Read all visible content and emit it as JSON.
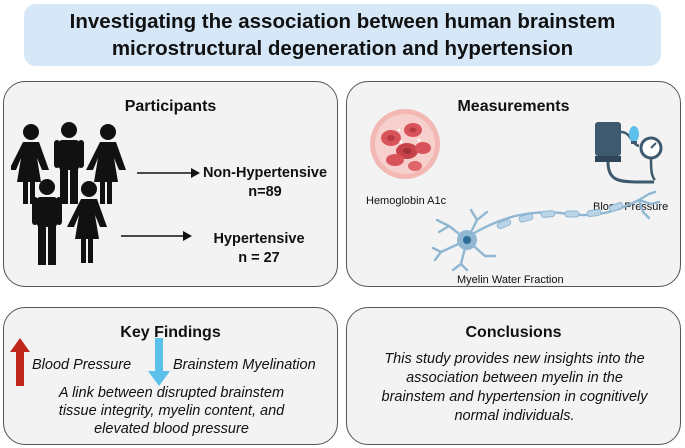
{
  "title": {
    "line1": "Investigating the association between human brainstem",
    "line2": "microstructural degeneration and hypertension"
  },
  "participants": {
    "heading": "Participants",
    "groups": [
      {
        "name": "Non-Hypertensive",
        "count": "n=89"
      },
      {
        "name": "Hypertensive",
        "count": "n = 27"
      }
    ]
  },
  "measurements": {
    "heading": "Measurements",
    "items": [
      "Hemoglobin A1c",
      "Blood Pressure",
      "Myelin Water Fraction"
    ]
  },
  "key_findings": {
    "heading": "Key Findings",
    "up_item": "Blood Pressure",
    "down_item": "Brainstem Myelination",
    "summary": [
      "A link between disrupted brainstem",
      "tissue integrity, myelin content, and",
      "elevated blood pressure"
    ]
  },
  "conclusions": {
    "heading": "Conclusions",
    "lines": [
      "This study provides new insights into the",
      "association between myelin in the",
      "brainstem and hypertension in cognitively",
      "normal individuals."
    ]
  },
  "colors": {
    "banner": "#d6e8f8",
    "up_arrow": "#c0261c",
    "down_arrow": "#5bc0ea",
    "neuron": "#8fb7d2",
    "cuff": "#3d5a6e",
    "blood_cell": "#d9535a"
  },
  "icons": [
    "people-icon",
    "arrow-right-icon",
    "red-blood-cells-icon",
    "blood-pressure-monitor-icon",
    "neuron-icon",
    "arrow-up-icon",
    "arrow-down-icon"
  ]
}
